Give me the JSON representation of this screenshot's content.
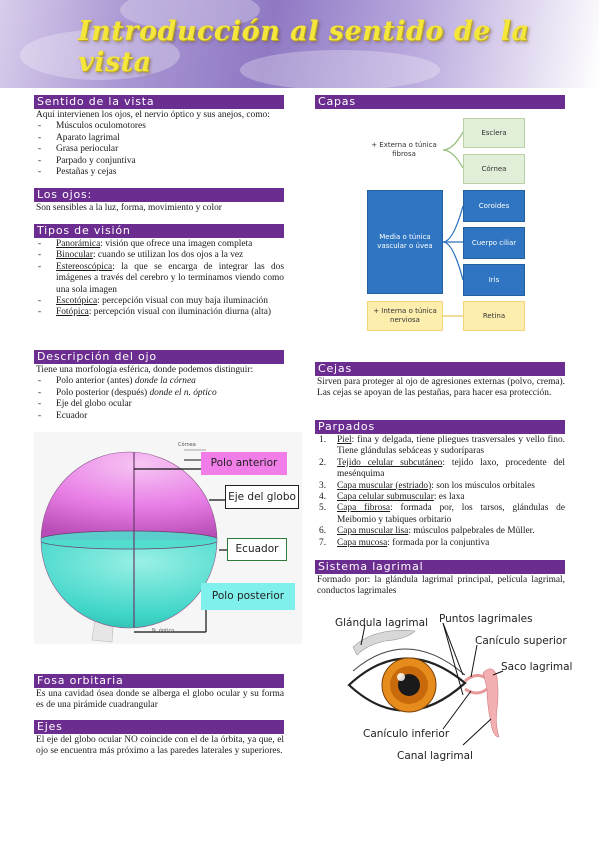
{
  "title": "Introducción al sentido de la vista",
  "sentido": {
    "header": "Sentido de la vista",
    "intro": "Aquí intervienen los ojos, el nervio óptico y sus anejos, como:",
    "items": [
      "Músculos oculomotores",
      "Aparato lagrimal",
      "Grasa periocular",
      "Parpado y conjuntiva",
      "Pestañas y cejas"
    ]
  },
  "ojos": {
    "header": "Los ojos:",
    "text": "Son sensibles a la luz, forma, movimiento y color"
  },
  "tipos": {
    "header": "Tipos de visión",
    "items": [
      {
        "term": "Panorámica",
        "rest": ": visión que ofrece una imagen completa"
      },
      {
        "term": "Binocular",
        "rest": ": cuando se utilizan los dos ojos a la vez"
      },
      {
        "term": "Estereoscópica",
        "rest": ": la que se encarga de integrar las dos imágenes a través del cerebro y lo terminamos viendo como una sola imagen"
      },
      {
        "term": "Escotópica",
        "rest": ": percepción visual con muy baja iluminación"
      },
      {
        "term": "Fotópica",
        "rest": ": percepción visual con iluminación diurna (alta)"
      }
    ]
  },
  "descripcion": {
    "header": "Descripción del ojo",
    "intro": "Tiene una morfología esférica, donde podemos distinguir:",
    "items": [
      {
        "text": "Polo anterior (antes) ",
        "italic": "donde la córnea"
      },
      {
        "text": "Polo posterior (después) ",
        "italic": "donde el n. óptico"
      },
      {
        "text": "Eje del globo ocular",
        "italic": ""
      },
      {
        "text": "Ecuador",
        "italic": ""
      }
    ]
  },
  "eye_diagram": {
    "polo_anterior": "Polo anterior",
    "eje": "Eje del globo",
    "ecuador": "Ecuador",
    "polo_posterior": "Polo posterior",
    "cornea": "Córnea",
    "n_optico": "N. óptico"
  },
  "fosa": {
    "header": "Fosa orbitaria",
    "text": "Es una cavidad ósea donde se alberga el globo ocular y su forma es de una pirámide cuadrangular"
  },
  "ejes": {
    "header": "Ejes",
    "text": "El eje del globo ocular NO coincide con el de la órbita, ya que, el ojo se encuentra más próximo a las paredes laterales y superiores."
  },
  "capas": {
    "header": "Capas",
    "externa": "+ Externa o túnica fibrosa",
    "esclera": "Esclera",
    "cornea": "Córnea",
    "media": "Media o túnica vascular o úvea",
    "coroides": "Coroides",
    "cuerpo_ciliar": "Cuerpo ciliar",
    "iris": "Iris",
    "interna": "+ Interna o túnica nerviosa",
    "retina": "Retina"
  },
  "cejas": {
    "header": "Cejas",
    "text": "Sirven para proteger al ojo de agresiones externas (polvo, crema). Las cejas se apoyan de las pestañas, para hacer esa protección."
  },
  "parpados": {
    "header": "Parpados",
    "items": [
      {
        "n": "1.",
        "term": "Piel",
        "rest": ": fina y delgada, tiene pliegues trasversales y vello fino. Tiene glándulas sebáceas y sudoríparas"
      },
      {
        "n": "2.",
        "term": "Tejido celular subcutáneo",
        "rest": ": tejido laxo, procedente del mesénquima"
      },
      {
        "n": "3.",
        "term": "Capa muscular (estriado)",
        "rest": ": son los músculos orbitales"
      },
      {
        "n": "4.",
        "term": "Capa celular submuscular",
        "rest": ": es laxa"
      },
      {
        "n": "5.",
        "term": "Capa fibrosa",
        "rest": ": formada por, los tarsos, glándulas de Meibomio y tabiques orbitario"
      },
      {
        "n": "6.",
        "term": "Capa muscular lisa",
        "rest": ": músculos palpebrales de Müller."
      },
      {
        "n": "7.",
        "term": "Capa mucosa",
        "rest": ": formada por la conjuntiva"
      }
    ]
  },
  "lagrimal": {
    "header": "Sistema lagrimal",
    "text": "Formado por: la glándula lagrimal principal, película lagrimal, conductos lagrimales",
    "glandula": "Glándula lagrimal",
    "puntos": "Puntos lagrimales",
    "canic_sup": "Canículo superior",
    "saco": "Saco lagrimal",
    "canic_inf": "Canículo inferior",
    "canal": "Canal lagrimal"
  },
  "colors": {
    "header_bg": "#6b2d8f",
    "title": "#f4e63a",
    "sphere_top": "#e87fe6",
    "sphere_bottom": "#3fd6c8"
  }
}
